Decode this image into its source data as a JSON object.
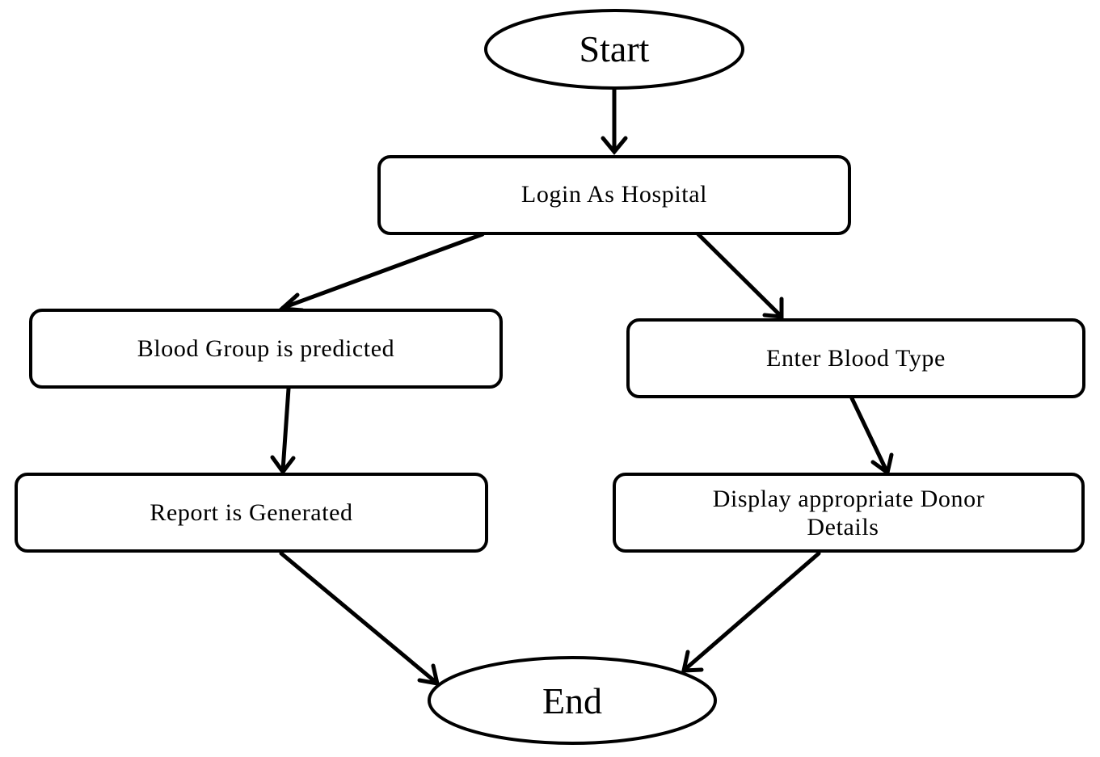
{
  "nodes": {
    "start": {
      "label": "Start"
    },
    "login": {
      "label": "Login As Hospital"
    },
    "predict": {
      "label": "Blood Group is predicted"
    },
    "enter": {
      "label": "Enter Blood Type"
    },
    "report": {
      "label": "Report is Generated"
    },
    "display": {
      "line1": "Display appropriate Donor",
      "line2": "Details"
    },
    "end": {
      "label": "End"
    }
  },
  "colors": {
    "stroke": "#000000",
    "fill": "#ffffff",
    "text": "#000000"
  }
}
